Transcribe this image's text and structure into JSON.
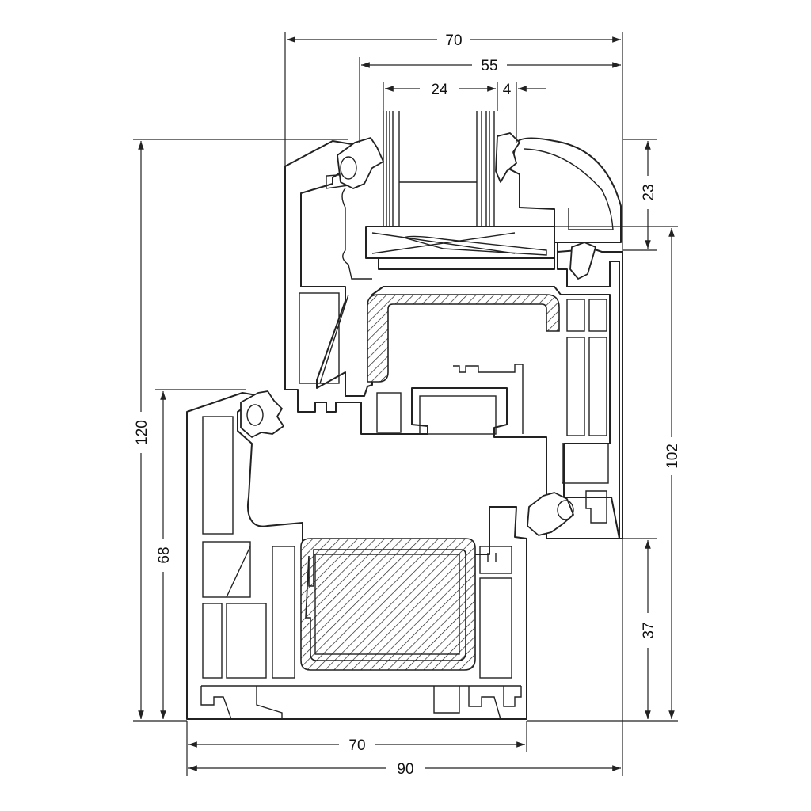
{
  "dimensions": {
    "top_overall_width": "70",
    "sash_width": "55",
    "glazing_thickness": "24",
    "glazing_bead_gap": "4",
    "bead_height": "23",
    "total_height": "120",
    "frame_height": "68",
    "sash_height": "102",
    "bottom_rebate_height": "37",
    "frame_depth": "70",
    "overall_depth": "90"
  },
  "colors": {
    "line": "#222222",
    "background": "#ffffff"
  }
}
